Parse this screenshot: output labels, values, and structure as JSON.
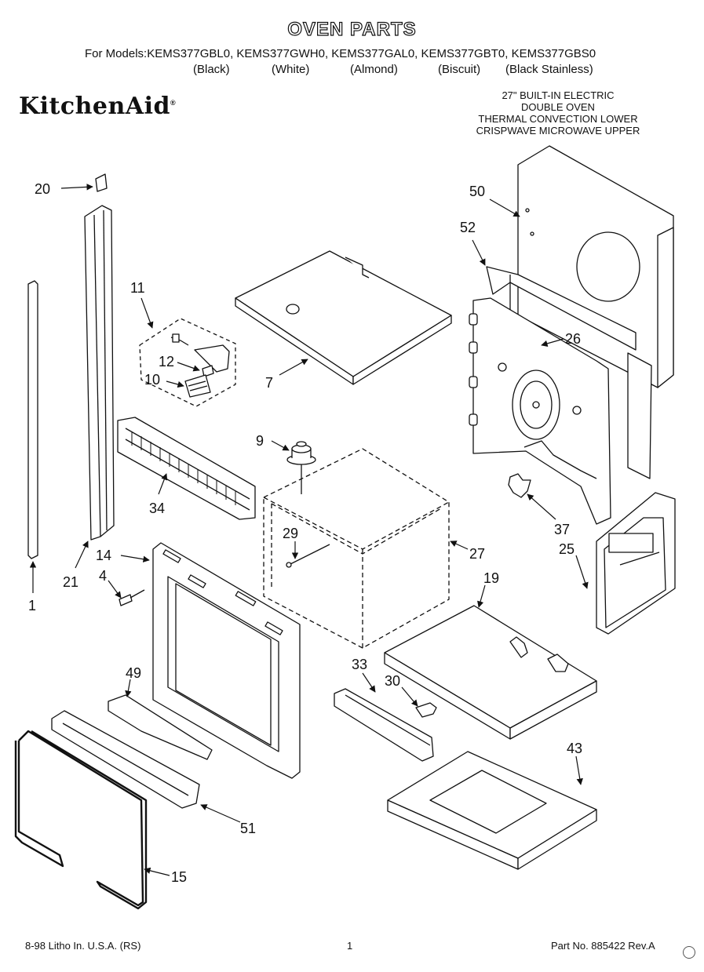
{
  "header": {
    "title": "OVEN PARTS",
    "models_line": "For Models:KEMS377GBL0, KEMS377GWH0, KEMS377GAL0, KEMS377GBT0, KEMS377GBS0",
    "colors": [
      "(Black)",
      "(White)",
      "(Almond)",
      "(Biscuit)",
      "(Black Stainless)"
    ],
    "brand": "KitchenAid",
    "description": [
      "27\" BUILT-IN ELECTRIC",
      "DOUBLE OVEN",
      "THERMAL CONVECTION LOWER",
      "CRISPWAVE MICROWAVE UPPER"
    ]
  },
  "callouts": {
    "p20": "20",
    "p50": "50",
    "p52": "52",
    "p11": "11",
    "p26": "26",
    "p12": "12",
    "p10": "10",
    "p7": "7",
    "p9": "9",
    "p34": "34",
    "p29": "29",
    "p37": "37",
    "p14": "14",
    "p27": "27",
    "p25": "25",
    "p4": "4",
    "p21": "21",
    "p1": "1",
    "p19": "19",
    "p49": "49",
    "p33": "33",
    "p30": "30",
    "p43": "43",
    "p51": "51",
    "p15": "15"
  },
  "footer": {
    "litho": "8-98 Litho In. U.S.A. (RS)",
    "page": "1",
    "part_no": "Part No. 885422 Rev.A"
  }
}
